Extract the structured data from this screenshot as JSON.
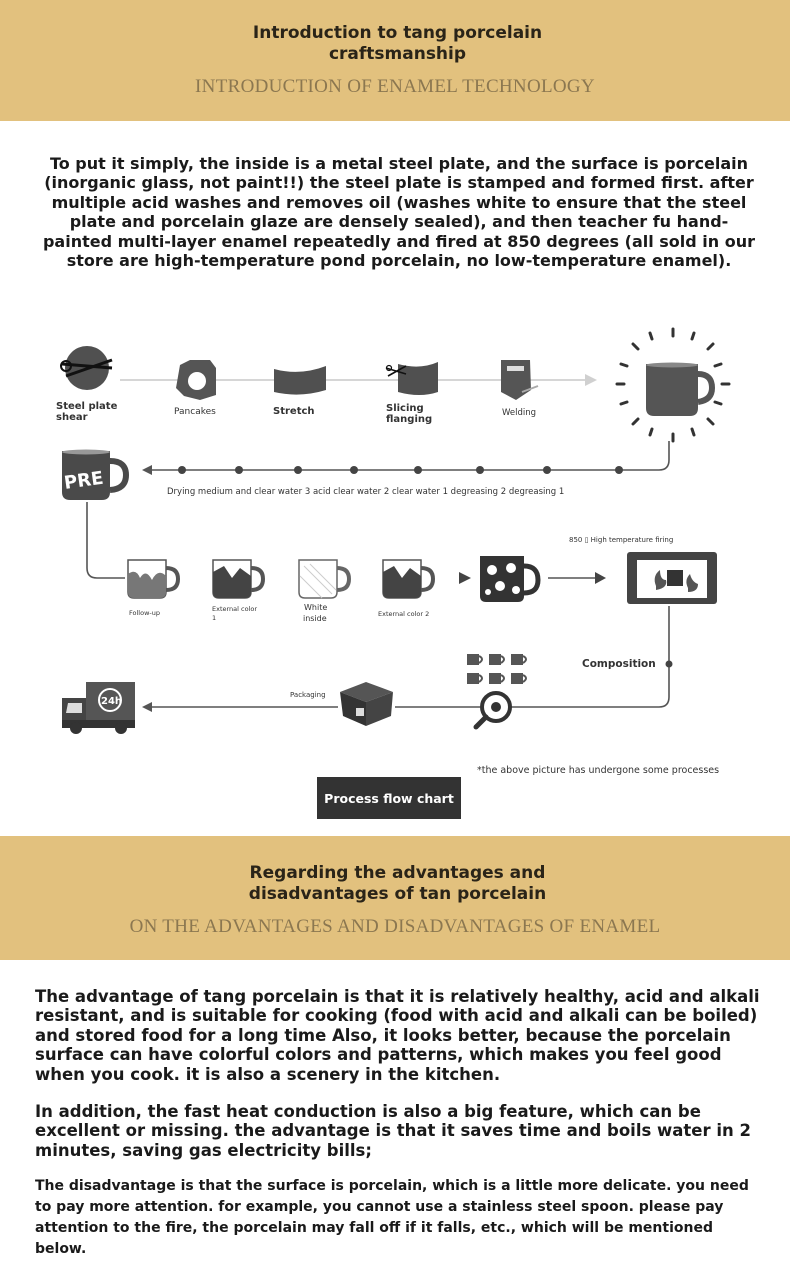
{
  "section1": {
    "title": "Introduction to tang porcelain craftsmanship",
    "subtitle": "INTRODUCTION OF ENAMEL TECHNOLOGY",
    "intro": "To put it simply, the inside is a metal steel plate, and the surface is porcelain (inorganic glass, not paint!!) the steel plate is stamped and formed first. after multiple acid washes and removes oil (washes white to ensure that the steel plate and porcelain glaze are densely sealed), and then teacher fu hand-painted multi-layer enamel repeatedly and fired at 850 degrees (all sold in our store are high-temperature pond porcelain, no low-temperature enamel)."
  },
  "flow": {
    "steps_row1": [
      "Steel plate shear",
      "Pancakes",
      "Stretch",
      "Slicing flanging",
      "Welding"
    ],
    "step1_line1": "Steel plate",
    "step1_line2": "shear",
    "step4_line1": "Slicing",
    "step4_line2": "flanging",
    "pre_label": "PRE",
    "cleaning": "Drying medium and clear water 3 acid clear water 2 clear water 1 degreasing 2 degreasing 1",
    "follow_up": "Follow-up",
    "external_color_1_line1": "External color",
    "external_color_1_line2": "1",
    "white_inside_line1": "White",
    "white_inside_line2": "inside",
    "external_color_2": "External color 2",
    "firing": "850 ▯ High temperature firing",
    "composition": "Composition",
    "packaging": "Packaging",
    "truck_badge": "24h",
    "note": "*the above picture has undergone some processes",
    "button": "Process flow chart"
  },
  "section2": {
    "title": "Regarding the advantages and disadvantages of tan porcelain",
    "subtitle": "ON THE ADVANTAGES AND DISADVANTAGES OF ENAMEL",
    "p1": "The advantage of tang porcelain is that it is relatively healthy, acid and alkali resistant, and is suitable for cooking (food with acid and alkali can be boiled) and stored food for a long time Also, it looks better, because the porcelain surface can have colorful colors and patterns, which makes you feel good when you cook. it is also a scenery in the kitchen.",
    "p2": "In addition, the fast heat conduction is also a big feature, which can be excellent or missing. the advantage is that it saves time and boils water in 2 minutes, saving gas electricity bills;",
    "p3": "The disadvantage is that the surface is porcelain, which is a little more delicate. you need to pay more attention. for example, you cannot use a stainless steel spoon. please pay attention to the fire, the porcelain may fall off if it falls, etc., which will be mentioned below."
  },
  "colors": {
    "band": "#e2c17e",
    "dark": "#333333",
    "subtitle": "#8b7750"
  }
}
